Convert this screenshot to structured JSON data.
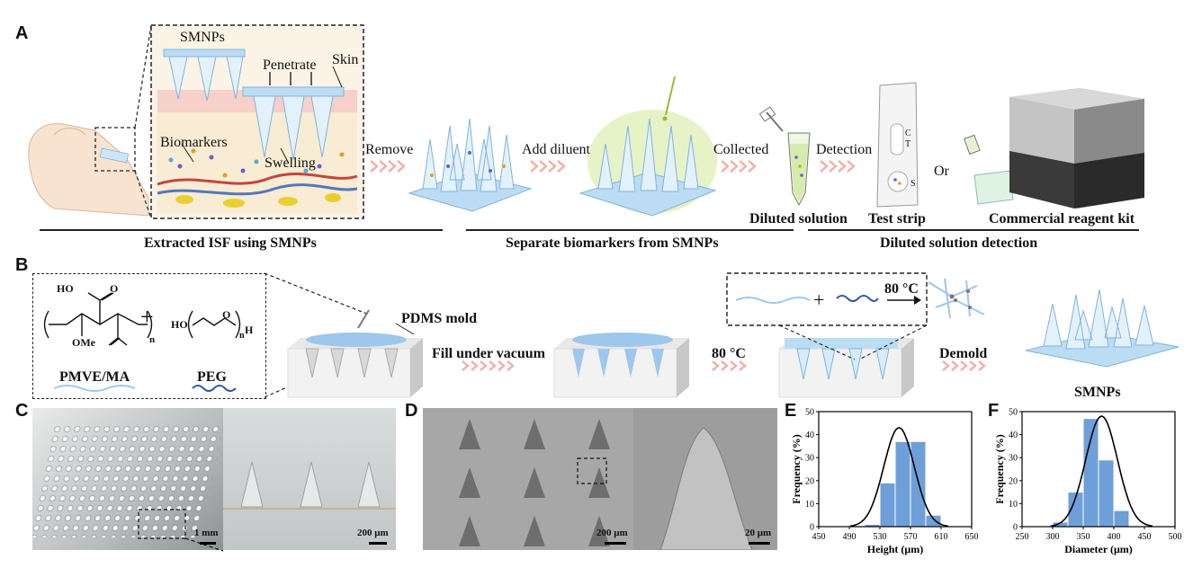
{
  "panels": {
    "a": "A",
    "b": "B",
    "c": "C",
    "d": "D",
    "e": "E",
    "f": "F"
  },
  "panel_a": {
    "inset_labels": {
      "smnps": "SMNPs",
      "penetrate": "Penetrate",
      "skin": "Skin",
      "biomarkers": "Biomarkers",
      "swelling": "Swelling"
    },
    "step_labels": {
      "remove": "Remove",
      "add_diluent": "Add diluent",
      "collected": "Collected",
      "detection": "Detection",
      "or": "Or"
    },
    "strip_marks": {
      "c": "C",
      "t": "T",
      "s": "S"
    },
    "item_captions": {
      "diluted_solution": "Diluted solution",
      "test_strip": "Test strip",
      "reagent_kit": "Commercial reagent kit"
    },
    "section_captions": {
      "extracted": "Extracted ISF using SMNPs",
      "separate": "Separate biomarkers from SMNPs",
      "detection": "Diluted solution detection"
    }
  },
  "panel_b": {
    "polymer1_name": "PMVE/MA",
    "polymer2_name": "PEG",
    "chem": {
      "ho": "HO",
      "o": "O",
      "ome": "OMe",
      "n": "n",
      "plus": "+",
      "peg_ho": "HO",
      "peg_o": "O",
      "peg_h": "H",
      "peg_n": "n"
    },
    "pdms_mold": "PDMS mold",
    "fill_vacuum": "Fill under vacuum",
    "temp1": "80 °C",
    "temp2": "80 °C",
    "plus": "+",
    "demold": "Demold",
    "smnps": "SMNPs"
  },
  "panel_c": {
    "scale1": "1 mm",
    "scale2": "200 μm"
  },
  "panel_d": {
    "scale1": "200 μm",
    "scale2": "20 μm"
  },
  "chart_data": [
    {
      "type": "bar",
      "panel": "E",
      "title": "",
      "xlabel": "Height (μm)",
      "ylabel": "Frequency (%)",
      "xlim": [
        450,
        650
      ],
      "ylim": [
        0,
        50
      ],
      "xticks": [
        "450",
        "490",
        "530",
        "570",
        "610",
        "650"
      ],
      "yticks": [
        "0",
        "10",
        "20",
        "30",
        "40",
        "50"
      ],
      "bins": [
        {
          "x0": 510,
          "x1": 530,
          "value": 1
        },
        {
          "x0": 530,
          "x1": 550,
          "value": 19
        },
        {
          "x0": 550,
          "x1": 570,
          "value": 37
        },
        {
          "x0": 570,
          "x1": 590,
          "value": 37
        },
        {
          "x0": 590,
          "x1": 610,
          "value": 5
        }
      ],
      "fit": {
        "type": "normal",
        "mean": 555,
        "sd": 20,
        "peak": 43
      },
      "bar_color": "#6f9fd8",
      "curve_color": "#000000"
    },
    {
      "type": "bar",
      "panel": "F",
      "title": "",
      "xlabel": "Diameter (μm)",
      "ylabel": "Frequency (%)",
      "xlim": [
        250,
        500
      ],
      "ylim": [
        0,
        50
      ],
      "xticks": [
        "250",
        "300",
        "350",
        "400",
        "450",
        "500"
      ],
      "yticks": [
        "0",
        "10",
        "20",
        "30",
        "40",
        "50"
      ],
      "bins": [
        {
          "x0": 300,
          "x1": 325,
          "value": 2
        },
        {
          "x0": 325,
          "x1": 350,
          "value": 15
        },
        {
          "x0": 350,
          "x1": 375,
          "value": 47
        },
        {
          "x0": 375,
          "x1": 400,
          "value": 29
        },
        {
          "x0": 400,
          "x1": 425,
          "value": 7
        }
      ],
      "fit": {
        "type": "normal",
        "mean": 380,
        "sd": 26,
        "peak": 48
      },
      "bar_color": "#6f9fd8",
      "curve_color": "#000000"
    }
  ],
  "colors": {
    "skin": "#f4e0c6",
    "mold": "#9ec7ec",
    "patch": "#bcdcf4",
    "arrow": "#f2b2aa",
    "bar": "#6f9fd8",
    "gel": "#dff0b8"
  }
}
